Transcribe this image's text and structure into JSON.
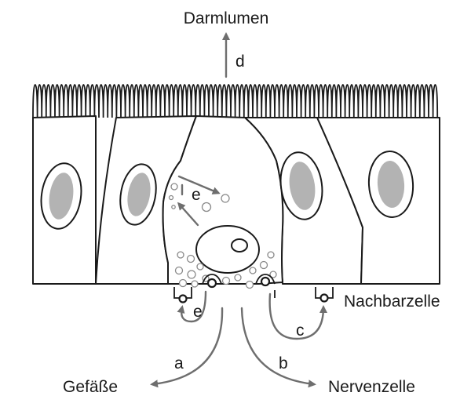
{
  "labels": {
    "lumen": "Darmlumen",
    "d": "d",
    "e_top": "e",
    "e_bottom": "e",
    "neighbor": "Nachbarzelle",
    "c": "c",
    "a": "a",
    "b": "b",
    "vessels": "Gefäße",
    "nerve": "Nervenzelle"
  },
  "colors": {
    "outline": "#1a1a1a",
    "arrow": "#6e6e6e",
    "nucleus_fill": "#b3b3b3",
    "granule": "#8a8a8a"
  }
}
